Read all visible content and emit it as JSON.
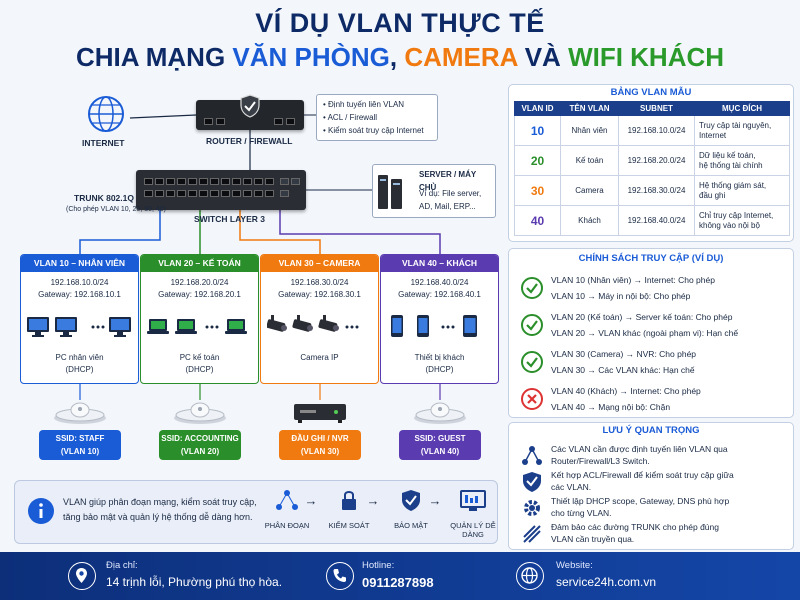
{
  "title": {
    "line1": "VÍ DỤ VLAN THỰC TẾ",
    "line2_part1": "CHIA MẠNG ",
    "line2_part2": "VĂN PHÒNG",
    "line2_part3": ", ",
    "line2_part4": "CAMERA",
    "line2_part5": " VÀ ",
    "line2_part6": "WIFI KHÁCH"
  },
  "topology": {
    "internet": "INTERNET",
    "router": "ROUTER / FIREWALL",
    "router_features": [
      "Định tuyến liên VLAN",
      "ACL / Firewall",
      "Kiểm soát truy cập Internet"
    ],
    "trunk": "TRUNK 802.1Q",
    "trunk_note": "(Cho phép VLAN 10, 20, 30, 40)",
    "switch": "SWITCH LAYER 3",
    "server_title": "SERVER / MÁY CHỦ",
    "server_desc1": "Ví dụ: File server,",
    "server_desc2": "AD, Mail, ERP..."
  },
  "vlans": [
    {
      "head": "VLAN 10 – NHÂN VIÊN",
      "subnet": "192.168.10.0/24",
      "gateway": "Gateway: 192.168.10.1",
      "device": "PC nhân viên",
      "dhcp": "(DHCP)",
      "ssid": "SSID: STAFF",
      "ssid_vlan": "(VLAN 10)",
      "color": "#1a5bd6"
    },
    {
      "head": "VLAN 20 – KẾ TOÁN",
      "subnet": "192.168.20.0/24",
      "gateway": "Gateway: 192.168.20.1",
      "device": "PC kế toán",
      "dhcp": "(DHCP)",
      "ssid": "SSID: ACCOUNTING",
      "ssid_vlan": "(VLAN 20)",
      "color": "#2a8f2a"
    },
    {
      "head": "VLAN 30 – CAMERA",
      "subnet": "192.168.30.0/24",
      "gateway": "Gateway: 192.168.30.1",
      "device": "Camera IP",
      "dhcp": "",
      "ssid": "ĐẦU GHI / NVR",
      "ssid_vlan": "(VLAN 30)",
      "color": "#f07a10"
    },
    {
      "head": "VLAN 40 – KHÁCH",
      "subnet": "192.168.40.0/24",
      "gateway": "Gateway: 192.168.40.1",
      "device": "Thiết bị khách",
      "dhcp": "(DHCP)",
      "ssid": "SSID: GUEST",
      "ssid_vlan": "(VLAN 40)",
      "color": "#5b3bb0"
    }
  ],
  "vlan_table": {
    "title": "BẢNG VLAN MẪU",
    "headers": [
      "VLAN ID",
      "TÊN VLAN",
      "SUBNET",
      "MỤC ĐÍCH"
    ],
    "rows": [
      {
        "id": "10",
        "name": "Nhân viên",
        "subnet": "192.168.10.0/24",
        "purpose1": "Truy cập tài nguyên,",
        "purpose2": "Internet",
        "color": "#1a5bd6"
      },
      {
        "id": "20",
        "name": "Kế toán",
        "subnet": "192.168.20.0/24",
        "purpose1": "Dữ liệu kế toán,",
        "purpose2": "hệ thống tài chính",
        "color": "#2a8f2a"
      },
      {
        "id": "30",
        "name": "Camera",
        "subnet": "192.168.30.0/24",
        "purpose1": "Hệ thống giám sát,",
        "purpose2": "đầu ghi",
        "color": "#f07a10"
      },
      {
        "id": "40",
        "name": "Khách",
        "subnet": "192.168.40.0/24",
        "purpose1": "Chỉ truy cập Internet,",
        "purpose2": "không vào nội bộ",
        "color": "#5b3bb0"
      }
    ]
  },
  "policy": {
    "title": "CHÍNH SÁCH TRUY CẬP (VÍ DỤ)",
    "items": [
      {
        "l1": "VLAN 10 (Nhân viên)  →  Internet: Cho phép",
        "l2": "VLAN 10  →  Máy in nội bộ: Cho phép",
        "ok": true
      },
      {
        "l1": "VLAN 20 (Kế toán)  →  Server kế toán: Cho phép",
        "l2": "VLAN 20  →  VLAN khác (ngoài phạm vi): Hạn chế",
        "ok": true
      },
      {
        "l1": "VLAN 30 (Camera)  →  NVR: Cho phép",
        "l2": "VLAN 30  →  Các VLAN khác: Hạn chế",
        "ok": true
      },
      {
        "l1": "VLAN 40 (Khách)  →  Internet: Cho phép",
        "l2": "VLAN 40  →  Mạng nội bộ: Chặn",
        "ok": false
      }
    ]
  },
  "notes": {
    "title": "LƯU Ý QUAN TRỌNG",
    "items": [
      {
        "l1": "Các VLAN cần được định tuyến liên VLAN qua",
        "l2": "Router/Firewall/L3 Switch."
      },
      {
        "l1": "Kết hợp ACL/Firewall để kiểm soát truy cập giữa",
        "l2": "các VLAN."
      },
      {
        "l1": "Thiết lập DHCP scope, Gateway, DNS phù hợp",
        "l2": "cho từng VLAN."
      },
      {
        "l1": "Đảm bảo các đường TRUNK cho phép đúng",
        "l2": "VLAN cần truyền qua."
      }
    ]
  },
  "info": {
    "l1": "VLAN giúp phân đoạn mạng, kiểm soát truy cập,",
    "l2": "tăng bảo mật và quản lý hệ thống dễ dàng hơn.",
    "steps": [
      "PHÂN ĐOẠN",
      "KIỂM SOÁT",
      "BẢO MẬT",
      "QUẢN LÝ DỄ DÀNG"
    ]
  },
  "footer": {
    "address_label": "Địa chỉ:",
    "address": "14 trịnh lỗi, Phường phú thọ hòa.",
    "hotline_label": "Hotline:",
    "hotline": "0911287898",
    "website_label": "Website:",
    "website": "service24h.com.vn"
  },
  "colors": {
    "navy": "#0d2a66",
    "blue": "#1a5bd6",
    "orange": "#f07a10",
    "green": "#2a8f2a",
    "purple": "#5b3bb0"
  }
}
